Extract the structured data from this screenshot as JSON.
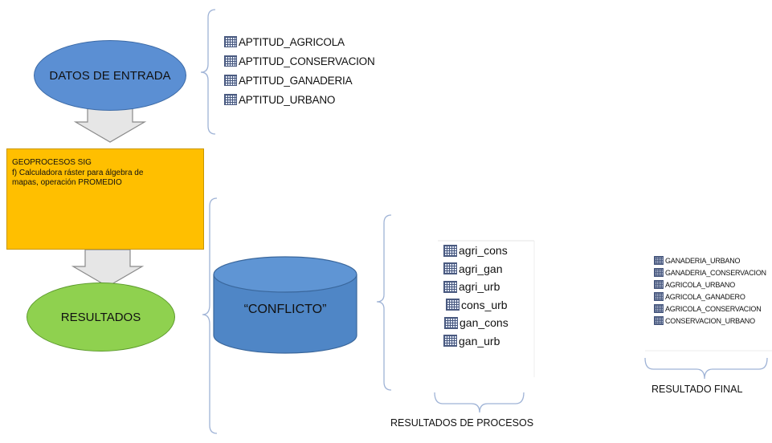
{
  "nodes": {
    "input_label": "DATOS DE ENTRADA",
    "results_label": "RESULTADOS",
    "geoprocess": {
      "title": "GEOPROCESOS SIG",
      "line1": "f) Calculadora ráster para álgebra de",
      "line2": "mapas, operación  PROMEDIO"
    },
    "cylinder_label": "“CONFLICTO”"
  },
  "input_layers": [
    "APTITUD_AGRICOLA",
    "APTITUD_CONSERVACION",
    "APTITUD_GANADERIA",
    "APTITUD_URBANO"
  ],
  "process_layers": [
    "agri_cons",
    "agri_gan",
    "agri_urb",
    "cons_urb",
    "gan_cons",
    "gan_urb"
  ],
  "final_layers": [
    "GANADERIA_URBANO",
    "GANADERIA_CONSERVACION",
    "AGRICOLA_URBANO",
    "AGRICOLA_GANADERO",
    "AGRICOLA_CONSERVACION",
    "CONSERVACION_URBANO"
  ],
  "captions": {
    "process_results": "RESULTADOS DE PROCESOS",
    "final_result": "RESULTADO FINAL"
  },
  "colors": {
    "input_node": "#5b8fd3",
    "results_node": "#8fd14f",
    "geoprocess_box": "#ffbf00",
    "cylinder": "#4f86c6",
    "arrow_fill": "#e6e6e6",
    "bracket": "#9fb3d6"
  },
  "icons": {
    "layer": "raster-grid-icon"
  }
}
